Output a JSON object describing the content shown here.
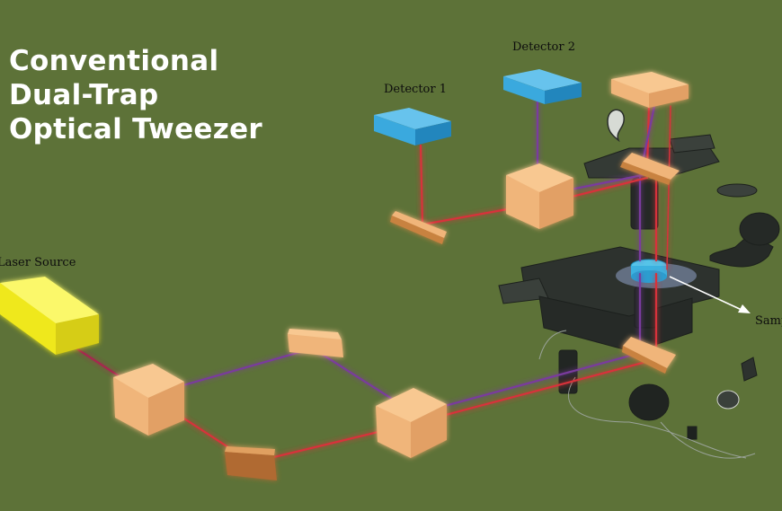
{
  "title": {
    "lines": [
      "Conventional",
      "Dual-Trap",
      "Optical Tweezer"
    ]
  },
  "labels": {
    "detector1": "Detector 1",
    "detector2": "Detector 2",
    "laser_source": "Laser Source",
    "sample": "Sample"
  },
  "colors": {
    "background": "#5d7238",
    "block": "#f0b57a",
    "detector": "#3aa9de",
    "laser": "#f2ea1a",
    "beam_red": "#d8313a",
    "beam_purple": "#7a3a9e",
    "microscope": "#2d322e"
  }
}
